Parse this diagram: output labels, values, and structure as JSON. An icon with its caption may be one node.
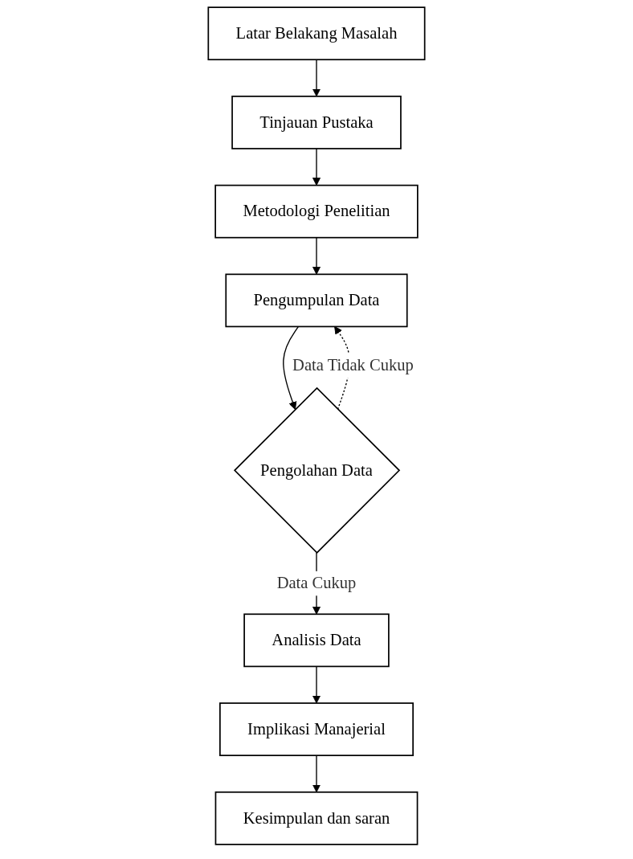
{
  "diagram": {
    "nodes": [
      {
        "text": [
          "Latar Belakang Masalah"
        ]
      },
      {
        "text": [
          "Tinjauan Pustaka"
        ]
      },
      {
        "text": [
          "Metodologi Penelitian"
        ]
      },
      {
        "text": [
          "Pengumpulan Data"
        ]
      },
      {
        "text": [
          "Pengolahan Data"
        ]
      },
      {
        "text": [
          "Analisis Data"
        ]
      },
      {
        "text": [
          "Implikasi Manajerial"
        ]
      },
      {
        "text": [
          "Kesimpulan dan saran"
        ]
      }
    ],
    "edges": [
      {
        "from": 0,
        "to": 1,
        "arrow": "to"
      },
      {
        "from": 1,
        "to": 2,
        "arrow": "to"
      },
      {
        "from": 2,
        "to": 3,
        "arrow": "to"
      },
      {
        "from": 3,
        "to": 4,
        "arrow": "to"
      },
      {
        "from": 4,
        "to": 3,
        "arrow": "to",
        "label": "Data Tidak Cukup",
        "style": "dashed"
      },
      {
        "from": 4,
        "to": 5,
        "arrow": "to",
        "label": "Data Cukup"
      },
      {
        "from": 5,
        "to": 6,
        "arrow": "to"
      },
      {
        "from": 6,
        "to": 7,
        "arrow": "to"
      }
    ]
  }
}
